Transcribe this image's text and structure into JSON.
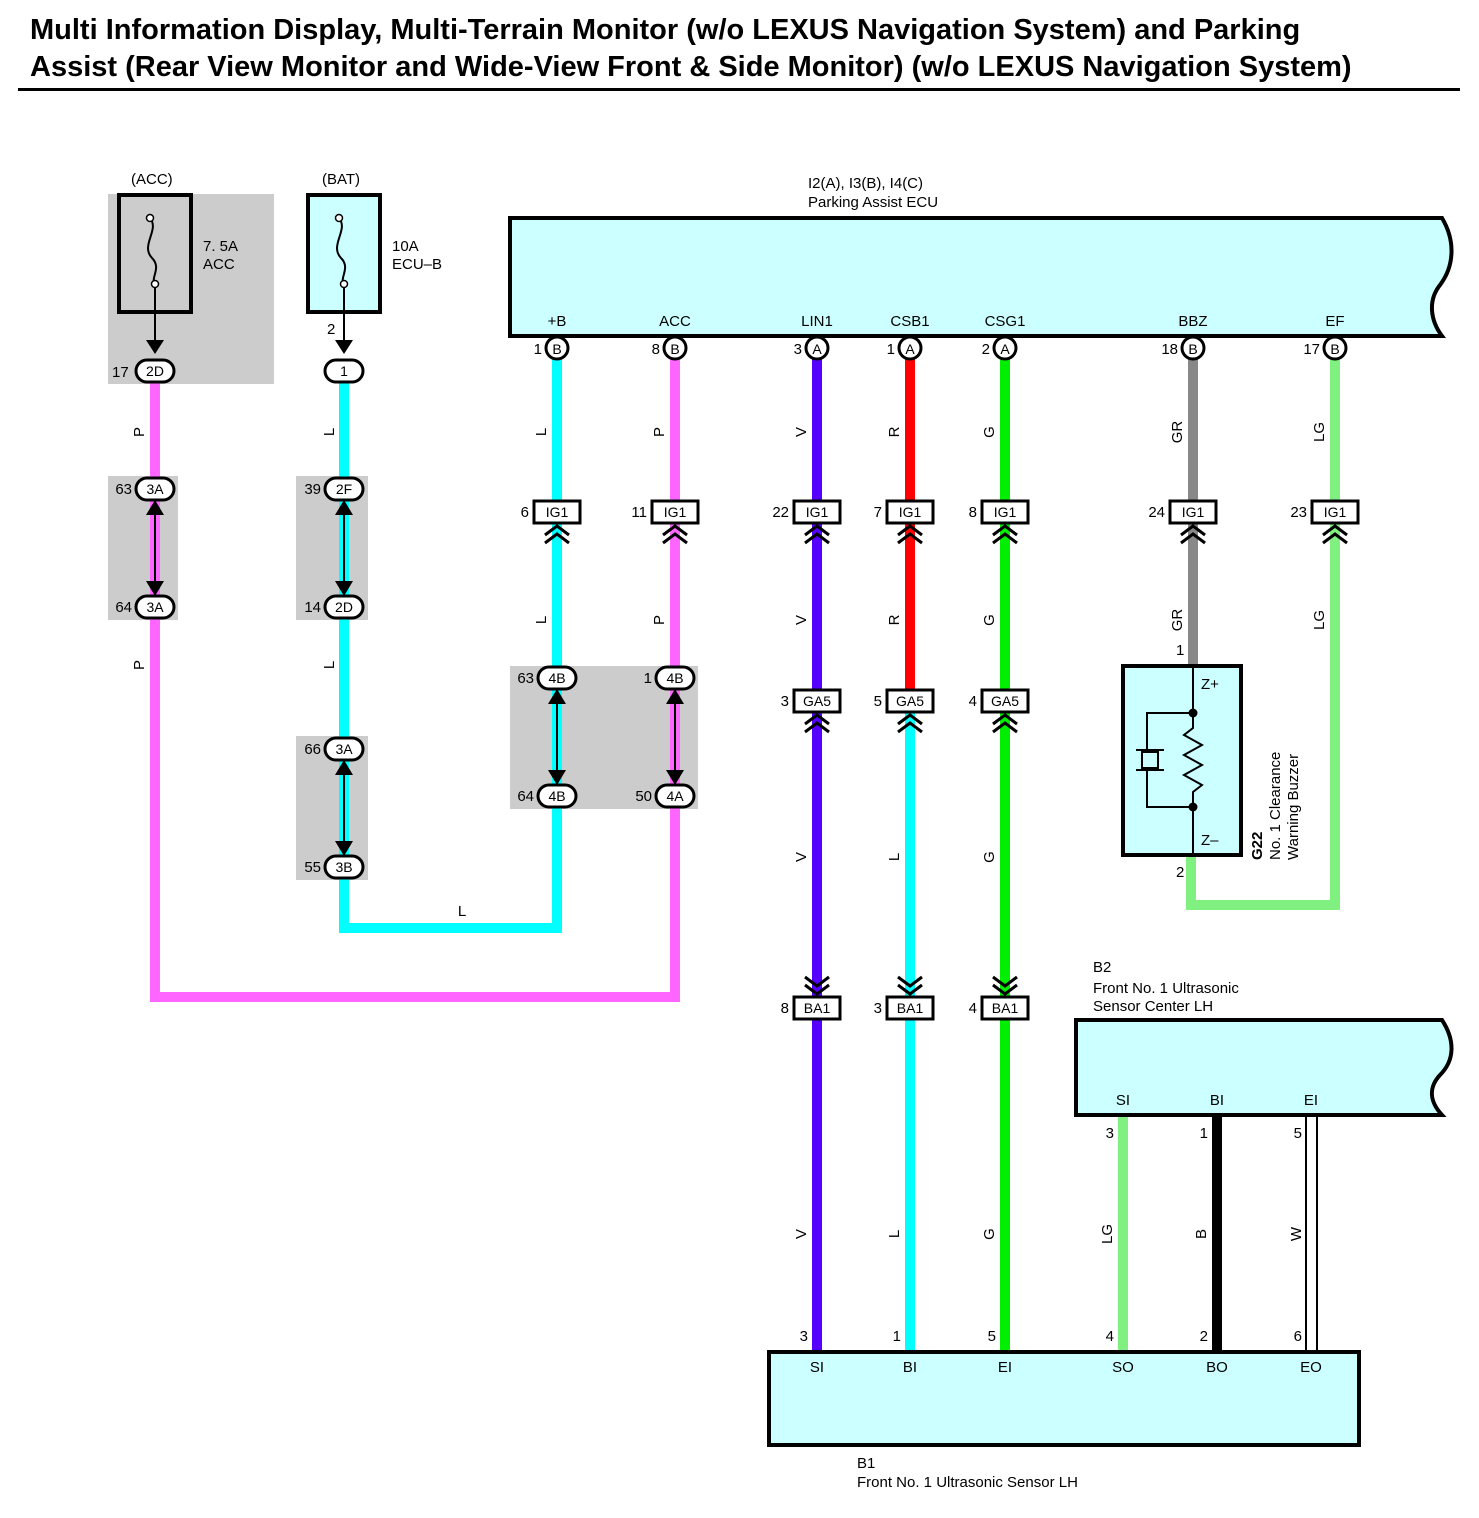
{
  "title_line1": "Multi Information Display, Multi-Terrain Monitor (w/o LEXUS Navigation System) and Parking",
  "title_line2": "Assist (Rear View Monitor and Wide-View Front & Side Monitor) (w/o LEXUS Navigation System)",
  "fuses": {
    "acc": {
      "header": "(ACC)",
      "rating": "7. 5A",
      "name": "ACC",
      "pin": "17",
      "connector": "2D"
    },
    "bat": {
      "header": "(BAT)",
      "rating": "10A",
      "name": "ECU–B",
      "pin": "2",
      "connector": "1"
    }
  },
  "ecu": {
    "code": "I2(A), I3(B), I4(C)",
    "name": "Parking Assist ECU",
    "terminals": [
      {
        "label": "+B",
        "pin": "1",
        "conn": "B"
      },
      {
        "label": "ACC",
        "pin": "8",
        "conn": "B"
      },
      {
        "label": "LIN1",
        "pin": "3",
        "conn": "A"
      },
      {
        "label": "CSB1",
        "pin": "1",
        "conn": "A"
      },
      {
        "label": "CSG1",
        "pin": "2",
        "conn": "A"
      },
      {
        "label": "BBZ",
        "pin": "18",
        "conn": "B"
      },
      {
        "label": "EF",
        "pin": "17",
        "conn": "B"
      }
    ]
  },
  "wire_colors": {
    "P": "#ff66ff",
    "L": "#00ffff",
    "V": "#5500ff",
    "R": "#ff0000",
    "G": "#00ee00",
    "GR": "#888888",
    "LG": "#80f080",
    "B": "#000000",
    "W": "#ffffff"
  },
  "wire_labels": {
    "p1": "P",
    "p2": "P",
    "l1": "L",
    "l2": "L",
    "l_bottom": "L",
    "b_l1": "L",
    "b_l2": "L",
    "acc_p1": "P",
    "acc_p2": "P",
    "v1": "V",
    "v2": "V",
    "v3": "V",
    "v4": "V",
    "r1": "R",
    "r2": "R",
    "csb_l1": "L",
    "csb_l2": "L",
    "g1": "G",
    "g2": "G",
    "g3": "G",
    "g4": "G",
    "gr1": "GR",
    "gr2": "GR",
    "lg1": "LG",
    "lg2": "LG",
    "si_lg": "LG",
    "bi_b": "B",
    "ei_w": "W"
  },
  "junctions": {
    "j63_3a": {
      "pin": "63",
      "code": "3A"
    },
    "j64_3a": {
      "pin": "64",
      "code": "3A"
    },
    "j39_2f": {
      "pin": "39",
      "code": "2F"
    },
    "j14_2d": {
      "pin": "14",
      "code": "2D"
    },
    "j66_3a": {
      "pin": "66",
      "code": "3A"
    },
    "j55_3b": {
      "pin": "55",
      "code": "3B"
    },
    "j63_4b": {
      "pin": "63",
      "code": "4B"
    },
    "j64_4b": {
      "pin": "64",
      "code": "4B"
    },
    "j1_4b": {
      "pin": "1",
      "code": "4B"
    },
    "j50_4a": {
      "pin": "50",
      "code": "4A"
    }
  },
  "ig1": [
    {
      "pin": "6",
      "code": "IG1"
    },
    {
      "pin": "11",
      "code": "IG1"
    },
    {
      "pin": "22",
      "code": "IG1"
    },
    {
      "pin": "7",
      "code": "IG1"
    },
    {
      "pin": "8",
      "code": "IG1"
    },
    {
      "pin": "24",
      "code": "IG1"
    },
    {
      "pin": "23",
      "code": "IG1"
    }
  ],
  "ga5": [
    {
      "pin": "3",
      "code": "GA5"
    },
    {
      "pin": "5",
      "code": "GA5"
    },
    {
      "pin": "4",
      "code": "GA5"
    }
  ],
  "ba1": [
    {
      "pin": "8",
      "code": "BA1"
    },
    {
      "pin": "3",
      "code": "BA1"
    },
    {
      "pin": "4",
      "code": "BA1"
    }
  ],
  "buzzer": {
    "code": "G22",
    "name1": "No. 1 Clearance",
    "name2": "Warning Buzzer",
    "zplus": "Z+",
    "zminus": "Z–",
    "pin_top": "1",
    "pin_bottom": "2"
  },
  "sensor_b2": {
    "code": "B2",
    "name1": "Front No. 1 Ultrasonic",
    "name2": "Sensor Center LH",
    "terminals": [
      {
        "label": "SI",
        "pin": "3"
      },
      {
        "label": "BI",
        "pin": "1"
      },
      {
        "label": "EI",
        "pin": "5"
      }
    ]
  },
  "sensor_b1": {
    "code": "B1",
    "name": "Front No. 1 Ultrasonic Sensor LH",
    "terminals": [
      {
        "label": "SI",
        "pin": "3"
      },
      {
        "label": "BI",
        "pin": "1"
      },
      {
        "label": "EI",
        "pin": "5"
      },
      {
        "label": "SO",
        "pin": "4"
      },
      {
        "label": "BO",
        "pin": "2"
      },
      {
        "label": "EO",
        "pin": "6"
      }
    ]
  }
}
